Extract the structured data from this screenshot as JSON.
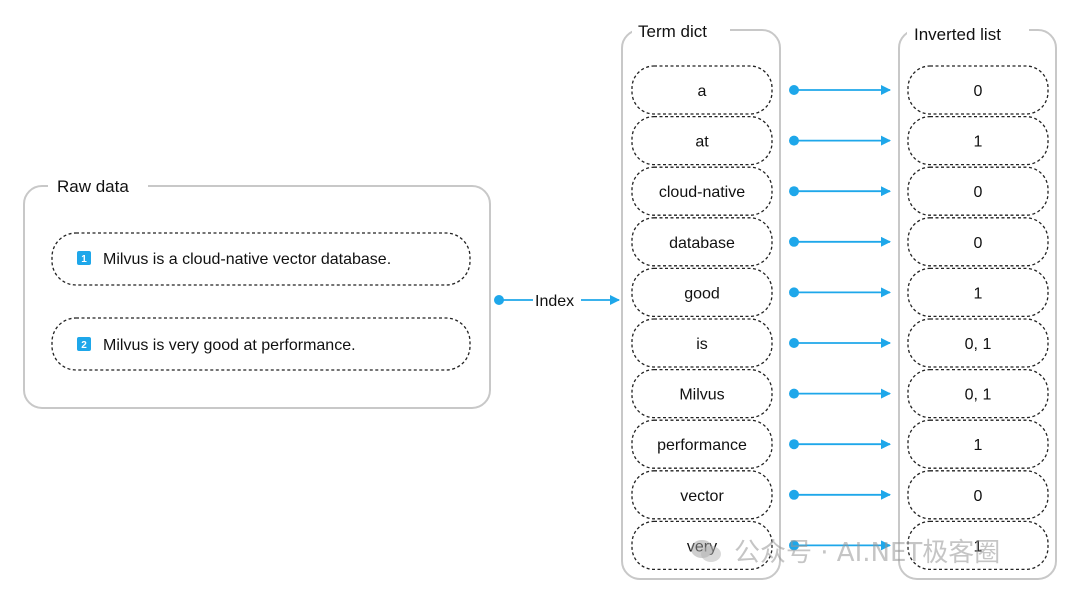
{
  "raw_data": {
    "title": "Raw data",
    "docs": [
      {
        "id": "1",
        "text": "Milvus is a cloud-native vector database."
      },
      {
        "id": "2",
        "text": "Milvus is very good at performance."
      }
    ]
  },
  "index_label": "Index",
  "term_dict": {
    "title": "Term dict",
    "terms": [
      "a",
      "at",
      "cloud-native",
      "database",
      "good",
      "is",
      "Milvus",
      "performance",
      "vector",
      "very"
    ]
  },
  "inverted_list": {
    "title": "Inverted list",
    "postings": [
      "0",
      "1",
      "0",
      "0",
      "1",
      "0, 1",
      "0, 1",
      "1",
      "0",
      "1"
    ]
  },
  "colors": {
    "accent": "#1ea7ea",
    "panel_border": "#c8c8c8",
    "pill_border": "#222222"
  },
  "watermark": "公众号 · AI.NET极客圈"
}
